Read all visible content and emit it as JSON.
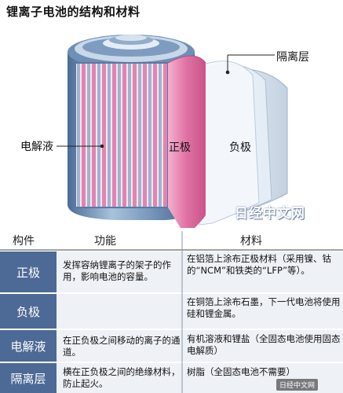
{
  "title": "锂离子电池的结构和材料",
  "callouts": {
    "separator": "隔离层",
    "electrolyte": "电解液",
    "positive": "正极",
    "negative": "负极"
  },
  "watermark": "日经中文网",
  "badge": "日经中文网",
  "table": {
    "headers": [
      "构件",
      "功能",
      "材料"
    ],
    "rows": [
      {
        "name": "正极",
        "function": "发挥容纳锂离子的架子的作用，影响电池的容量。",
        "material": "在铝箔上涂布正极材料（采用镍、钴的“NCM”和铁类的“LFP”等）。"
      },
      {
        "name": "负极",
        "function": "",
        "material": "在铜箔上涂布石墨，下一代电池将使用硅和锂金属。"
      },
      {
        "name": "电解液",
        "function": "在正负极之间移动的离子的通道。",
        "material": "有机溶液和锂盐（全固态电池使用固态电解质）"
      },
      {
        "name": "隔离层",
        "function": "横在正负极之间的绝缘材料，防止起火。",
        "material": "树脂（全固态电池不需要）"
      }
    ]
  },
  "colors": {
    "header_cell": "#4d6a96",
    "row_bg": "#eef1f6",
    "positive": "#e87fb0",
    "separator": "#d9e6f3",
    "negative": "#cbd6e2",
    "can": "#5d7fa8"
  }
}
